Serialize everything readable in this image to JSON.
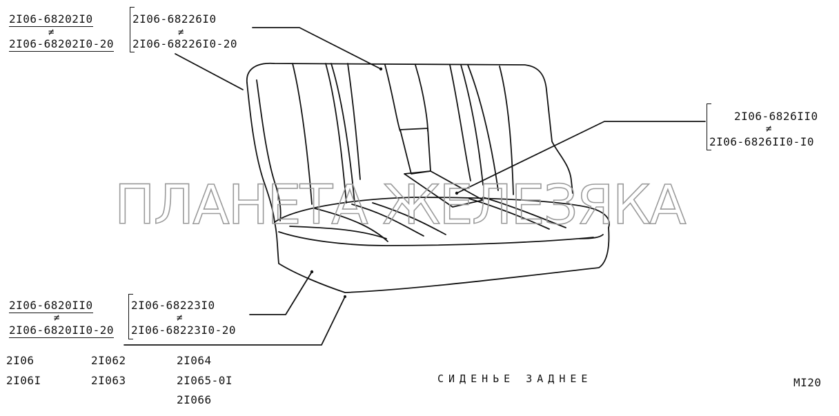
{
  "callouts": {
    "top_left": {
      "part": "2I06-68202I0",
      "ne": "≠",
      "variant": "2I06-68202I0-20"
    },
    "top_mid": {
      "part": "2I06-68226I0",
      "ne": "≠",
      "variant": "2I06-68226I0-20"
    },
    "right": {
      "part": "2I06-6826II0",
      "ne": "≠",
      "variant": "2I06-6826II0-I0"
    },
    "bottom_left": {
      "part": "2I06-6820II0",
      "ne": "≠",
      "variant": "2I06-6820II0-20"
    },
    "bottom_mid": {
      "part": "2I06-68223I0",
      "ne": "≠",
      "variant": "2I06-68223I0-20"
    }
  },
  "models": {
    "col1": [
      "2I06",
      "2I06I"
    ],
    "col2": [
      "2I062",
      "2I063"
    ],
    "col3": [
      "2I064",
      "2I065-0I",
      "2I066"
    ]
  },
  "title": "СИДЕНЬЕ ЗАДНЕЕ",
  "sheet_code": "MI20",
  "watermark": "ПЛАНЕТА ЖЕЛЕЗЯКА"
}
